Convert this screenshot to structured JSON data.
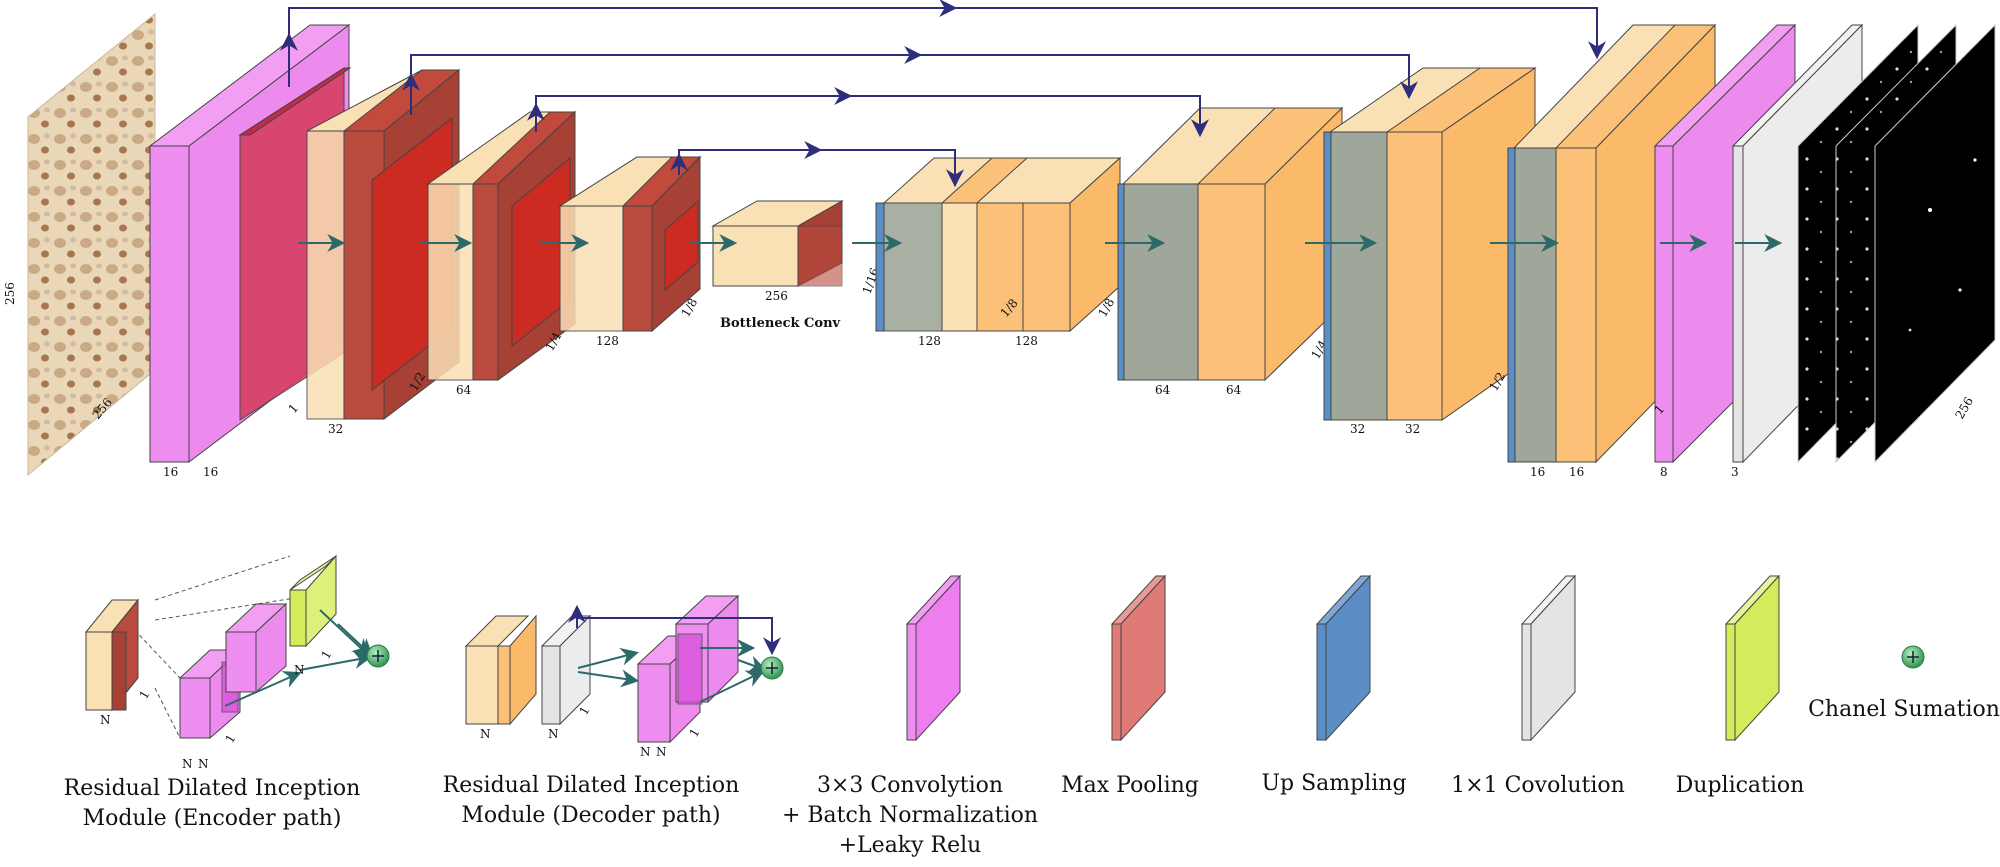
{
  "input_image": {
    "size_label_left": "256",
    "size_label_bottom": "256"
  },
  "encoder": {
    "block1": {
      "ch_a": "16",
      "ch_b": "16",
      "scale": "1"
    },
    "block2": {
      "ch": "32",
      "scale": "1/2"
    },
    "block3": {
      "ch": "64",
      "scale": "1/4"
    },
    "block4": {
      "ch": "128",
      "scale": "1/8"
    }
  },
  "bottleneck": {
    "ch": "256",
    "scale": "1/16",
    "label": "Bottleneck Conv"
  },
  "decoder": {
    "block1": {
      "ch_a": "128",
      "ch_b": "128",
      "scale_mid": "1/8",
      "scale": "1/8"
    },
    "block2": {
      "ch_a": "64",
      "ch_b": "64",
      "scale": "1/4"
    },
    "block3": {
      "ch_a": "32",
      "ch_b": "32",
      "scale": "1/2"
    },
    "block4": {
      "ch_a": "16",
      "ch_b": "16",
      "scale": "1"
    },
    "conv8": {
      "ch": "8",
      "scale": "1"
    },
    "conv3": {
      "ch": "3"
    }
  },
  "output": {
    "size_label": "256"
  },
  "legend": {
    "encoder_module": {
      "line1": "Residual Dilated Inception",
      "line2": "Module (Encoder path)",
      "n1": "N",
      "n2": "N",
      "n3": "N",
      "n4": "N",
      "one1": "1",
      "one2": "1",
      "one3": "1"
    },
    "decoder_module": {
      "line1": "Residual Dilated Inception",
      "line2": "Module (Decoder path)",
      "n1": "N",
      "n2": "N",
      "n3": "N",
      "n4": "N",
      "one1": "1",
      "one2": "1"
    },
    "conv3x3": {
      "line1": "3×3 Convolytion",
      "line2": "+ Batch Normalization",
      "line3": "+Leaky Relu",
      "color": "#ee7ef0"
    },
    "maxpool": {
      "label": "Max Pooling",
      "color": "#e07a76"
    },
    "upsampling": {
      "label": "Up Sampling",
      "color": "#5b8ec4"
    },
    "conv1x1": {
      "label": "1×1 Covolution",
      "color": "#e4e4e4"
    },
    "duplication": {
      "label": "Duplication",
      "color": "#d4ec5c"
    },
    "sum": {
      "label": "Chanel Sumation",
      "color": "#5fbf7a"
    }
  }
}
